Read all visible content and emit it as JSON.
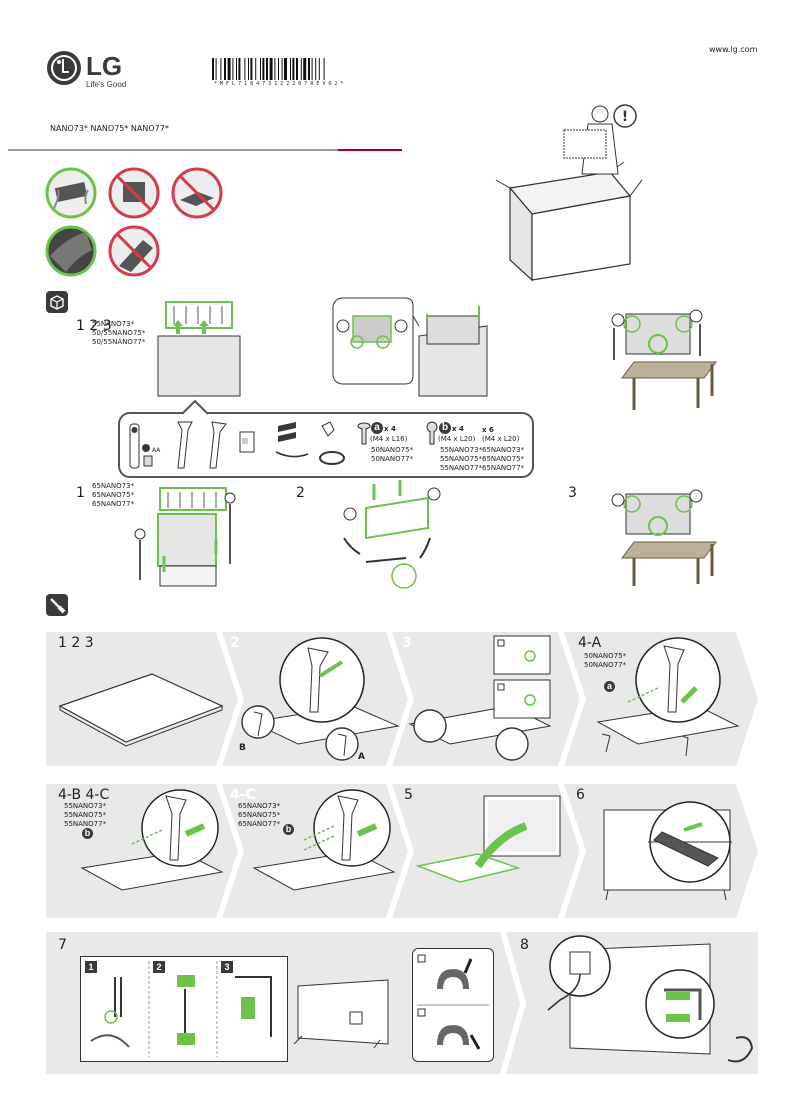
{
  "header": {
    "logo_text": "LG",
    "tagline": "Life's Good",
    "barcode_text": "* M F L 7 1 8 4 7 3 1 2 2 2 0 7 R E V 0 2 *",
    "website": "www.lg.com",
    "models": "NANO73* NANO75* NANO77*"
  },
  "colors": {
    "accent_green": "#6cc24a",
    "forbid_red": "#d83a4a",
    "lg_red": "#a50034",
    "band_gray": "#e9e9e9",
    "dark": "#3a3a3a"
  },
  "unpack": {
    "group1": {
      "step": "1 2 3",
      "models": "55NANO73*\n50/55NANO75*\n50/55NANO77*"
    },
    "group2": {
      "step1": "1",
      "step2": "2",
      "step3": "3",
      "models": "65NANO73*\n65NANO75*\n65NANO77*"
    }
  },
  "parts": {
    "aa_label": "AA",
    "screw_a": {
      "letter": "a",
      "count": "x 4",
      "spec": "(M4 x L16)",
      "models": "50NANO75*\n50NANO77*"
    },
    "screw_b": {
      "letter": "b",
      "count": "x 4",
      "spec": "(M4 x L20)",
      "models": "55NANO73*\n55NANO75*\n55NANO77*"
    },
    "screw_b6": {
      "count": "x 6",
      "spec": "(M4 x L20)",
      "models": "65NANO73*\n65NANO75*\n65NANO77*"
    }
  },
  "assembly": {
    "row1": {
      "s123": "1 2 3",
      "s2": "2",
      "s3": "3",
      "s4a": "4-A",
      "s4a_models": "50NANO75*\n50NANO77*",
      "label_b": "B",
      "label_a": "A",
      "screw_a": "a"
    },
    "row2": {
      "s4b": "4-B 4-C",
      "s4b_models": "55NANO73*\n55NANO75*\n55NANO77*",
      "s4c": "4-C",
      "s4c_models": "65NANO73*\n65NANO75*\n65NANO77*",
      "s5": "5",
      "s6": "6",
      "screw_b": "b"
    },
    "row3": {
      "s7": "7",
      "sub1": "1",
      "sub2": "2",
      "sub3": "3",
      "s8": "8"
    }
  }
}
